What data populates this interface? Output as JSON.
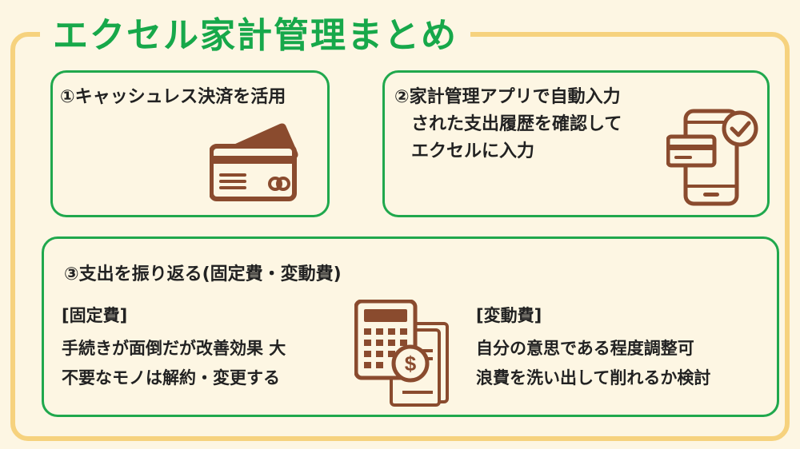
{
  "title": "エクセル家計管理まとめ",
  "step1": {
    "title": "①キャッシュレス決済を活用",
    "icon": "credit-card-icon"
  },
  "step2": {
    "lines": [
      "②家計管理アプリで自動入力",
      "された支出履歴を確認して",
      "エクセルに入力"
    ],
    "icon": "smartphone-card-check-icon"
  },
  "step3": {
    "title": "③支出を振り返る(固定費・変動費)",
    "fixed": {
      "heading": "[固定費]",
      "lines": [
        "手続きが面倒だが改善効果 大",
        "不要なモノは解約・変更する"
      ]
    },
    "variable": {
      "heading": "[変動費]",
      "lines": [
        "自分の意思である程度調整可",
        "浪費を洗い出して削れるか検討"
      ]
    },
    "icon": "calculator-dollar-receipt-icon"
  },
  "colors": {
    "background": "#fdf6e3",
    "frame": "#f6d27e",
    "accent_green": "#20a84d",
    "icon_brown": "#8a4b2e"
  }
}
